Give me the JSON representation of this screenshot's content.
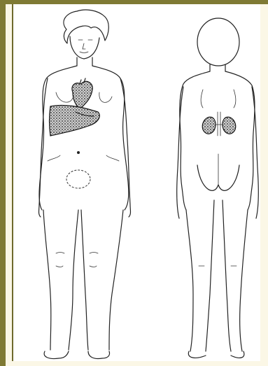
{
  "figure": {
    "views": [
      "front",
      "back"
    ],
    "highlighted_organs": [
      "heart",
      "liver",
      "kidneys",
      "bladder"
    ],
    "colors": {
      "frame": "#7f7a34",
      "background": "#fbf7e6",
      "panel": "#ffffff",
      "ink": "#222222"
    }
  }
}
